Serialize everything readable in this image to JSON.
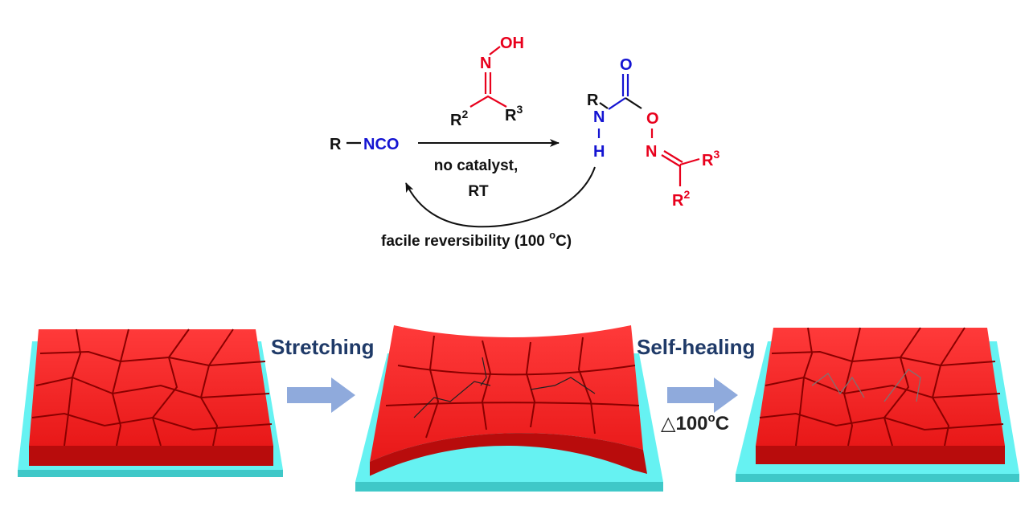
{
  "colors": {
    "red": "#e8001c",
    "blue": "#1414d2",
    "label": "#1f3a68",
    "arrow": "#8faadc",
    "substrate": "#66f2f2",
    "film": "#f02a2a"
  },
  "reaction": {
    "oxime": {
      "oh": "OH",
      "n": "N",
      "r2": "R",
      "r2_sup": "2",
      "r3": "R",
      "r3_sup": "3"
    },
    "isocyanate": {
      "r": "R",
      "nco": "NCO"
    },
    "conditions": {
      "line1": "no catalyst,",
      "line2": "RT"
    },
    "reverse": {
      "text": "facile reversibility (100 ",
      "deg": "o",
      "unit": "C)"
    },
    "product": {
      "r": "R",
      "n": "N",
      "h": "H",
      "o_carbonyl": "O",
      "o_ester": "O",
      "n_oxime": "N",
      "r3": "R",
      "r3_sup": "3",
      "r2": "R",
      "r2_sup": "2"
    }
  },
  "process": {
    "step1_label": "Stretching",
    "step2_label": "Self-healing",
    "heat": {
      "symbol": "△",
      "value": "100",
      "deg": "o",
      "unit": "C"
    }
  }
}
